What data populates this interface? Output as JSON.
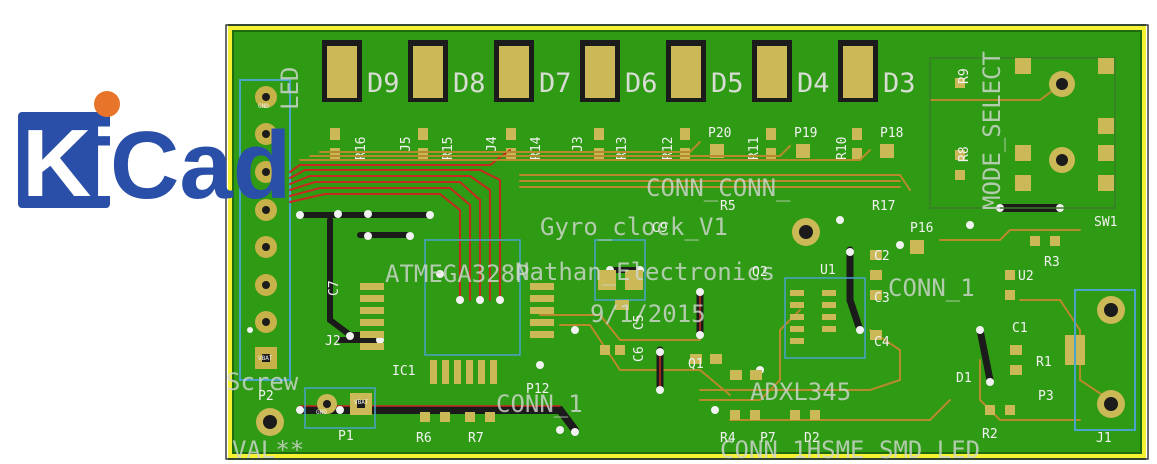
{
  "logo": {
    "text_a": "Ki",
    "text_b": "Cad"
  },
  "leds": [
    {
      "ref": "D9",
      "res": "R16"
    },
    {
      "ref": "D8",
      "res": "R15"
    },
    {
      "ref": "D7",
      "res": "R14"
    },
    {
      "ref": "D6",
      "res": "R13"
    },
    {
      "ref": "D5",
      "res": "R12"
    },
    {
      "ref": "D4",
      "res": "R11"
    },
    {
      "ref": "D3",
      "res": "R10"
    }
  ],
  "pad_labels": {
    "gnd": "GND",
    "vbat": "VBAT",
    "led": "LED"
  },
  "refs": {
    "p20": "P20",
    "p19": "P19",
    "p18": "P18",
    "p17": "R17",
    "p16": "P16",
    "j3": "J3",
    "j4": "J4",
    "j5": "J5",
    "c7": "C7",
    "c9": "C9",
    "c5": "C5",
    "c6": "C6",
    "c2": "C2",
    "c3": "C3",
    "c4": "C4",
    "c1": "C1",
    "r5": "R5",
    "r9": "R9",
    "r8": "R8",
    "r3": "R3",
    "r1": "R1",
    "r2": "R2",
    "r4": "R4",
    "r6": "R6",
    "r7": "R7",
    "q2": "Q2",
    "q1": "Q1",
    "u1": "U1",
    "u2": "U2",
    "d1": "D1",
    "d2": "D2",
    "sw1": "SW1",
    "j1": "J1",
    "j2": "J2",
    "p1": "P1",
    "p2": "P2",
    "p3": "P3",
    "p7": "P7",
    "p12": "P12",
    "ic1": "IC1",
    "j1b": "J1",
    "mcu": "ATMEGA328P",
    "accel": "ADXL345",
    "conn1": "CONN_1",
    "conn1b": "CONN_1",
    "conn_top": "CONN_CONN_",
    "title1": "Gyro_clock_V1",
    "title2": "Nathan_Electronics",
    "title3": "9/1/2015",
    "mode": "MODE_SELECT",
    "screw": "Screw",
    "hsme": "CONN_1HSME_SMD_LED",
    "valx": "VAL**"
  },
  "colors": {
    "board": "#2f9a14",
    "silk": "#f2f2f2",
    "copper_top": "#c7281f",
    "copper_bot": "#b88a2c",
    "edge": "#f5f233",
    "logo_blue": "#2a4fa8",
    "logo_orange": "#e8742a"
  }
}
